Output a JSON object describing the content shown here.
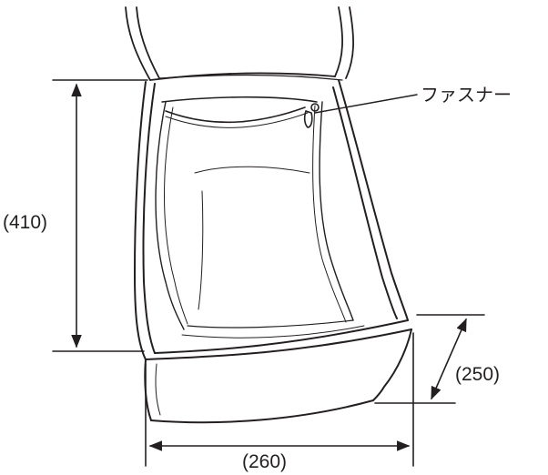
{
  "dimensions": {
    "height_label": "(410)",
    "depth_label": "(250)",
    "width_label": "(260)"
  },
  "callouts": {
    "zipper_label": "ファスナー"
  },
  "colors": {
    "ink": "#231f20",
    "background": "#ffffff"
  }
}
